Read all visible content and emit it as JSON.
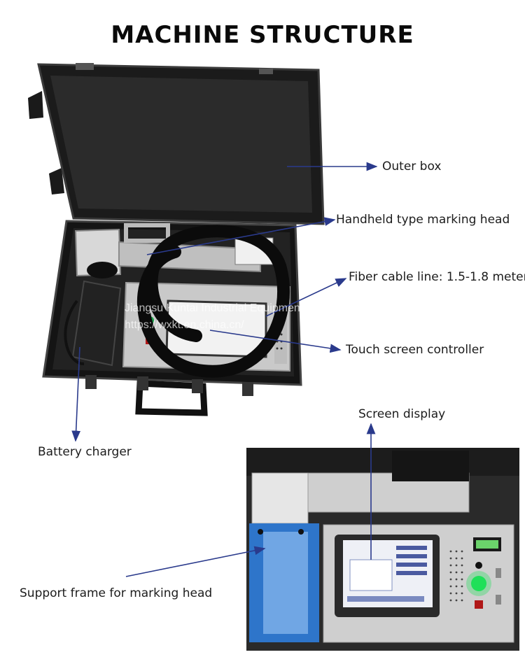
{
  "title": "MACHINE STRUCTURE",
  "labels": {
    "outer_box": "Outer box",
    "marking_head": "Handheld type marking head",
    "fiber_cable": "Fiber cable line: 1.5-1.8 meter",
    "touch_controller": "Touch screen controller",
    "screen_display": "Screen display",
    "battery_charger": "Battery charger",
    "support_frame": "Support frame for marking head"
  },
  "watermark": {
    "company": "Jiangsu Kuntai Industrial Equipment Co., Ltd",
    "url": "https://wxkt.en.china.cn/"
  },
  "colors": {
    "arrow": "#2a3a8c",
    "case": "#1a1a1a",
    "panel": "#c9c9c9",
    "support_blue": "#2f7fe0",
    "led_green": "#1fe05a"
  }
}
